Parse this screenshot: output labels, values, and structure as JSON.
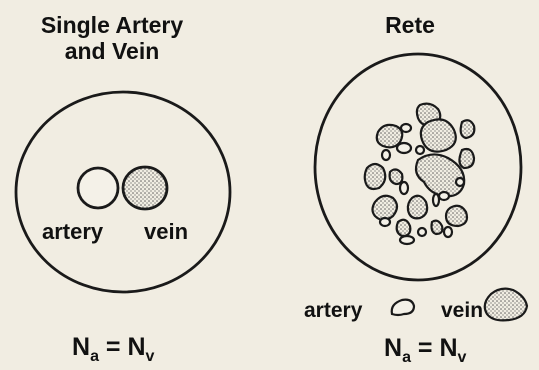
{
  "left_panel": {
    "title_line1": "Single Artery",
    "title_line2": "and Vein",
    "artery_label": "artery",
    "vein_label": "vein",
    "equation": {
      "lhs": "N",
      "lhs_sub": "a",
      "op": "=",
      "rhs": "N",
      "rhs_sub": "v"
    }
  },
  "right_panel": {
    "title": "Rete",
    "artery_label": "artery",
    "vein_label": "vein",
    "equation": {
      "lhs": "N",
      "lhs_sub": "a",
      "op": "=",
      "rhs": "N",
      "rhs_sub": "v"
    }
  },
  "colors": {
    "paper": "#f1ede2",
    "ink": "#1a1a1a",
    "stipple": "#555555"
  }
}
